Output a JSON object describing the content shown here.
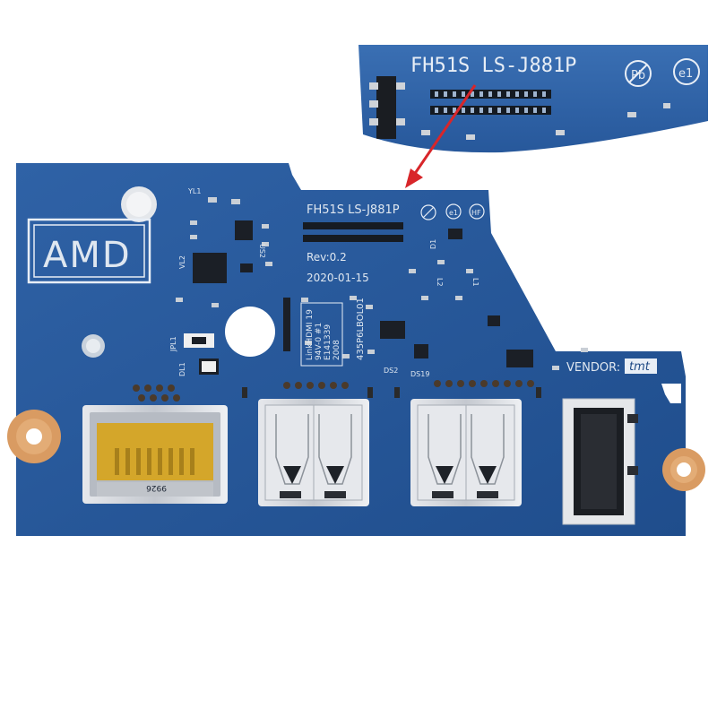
{
  "zoom_inset": {
    "board_label": "FH51S  LS-J881P"
  },
  "board": {
    "brand_logo": "AMD",
    "board_label": "FH51S  LS-J881P",
    "revision": "Rev:0.2",
    "date": "2020-01-15",
    "vendor_label": "VENDOR:",
    "vendor_name": "tmt",
    "part_code": "435P6LBOL01",
    "side_codes": [
      "LinkHDMI 19",
      "94V-0 #1",
      "E141339",
      "2008"
    ],
    "refdes": {
      "yl1": "YL1",
      "vl2": "VL2",
      "us2": "US2",
      "jpl1": "JPL1",
      "dl1": "DL1",
      "ds2": "DS2",
      "ds19": "DS19",
      "d1": "D1",
      "l1": "L1",
      "l2": "L2"
    },
    "card_reader_marking": "9926"
  },
  "colors": {
    "pcb": "#2a5a9c",
    "pcb_dark": "#1f4a85",
    "usb_metal": "#c8ccd2",
    "gold": "#d4a62a",
    "copper_pad": "#d99b62",
    "arrow": "#d8262a"
  }
}
